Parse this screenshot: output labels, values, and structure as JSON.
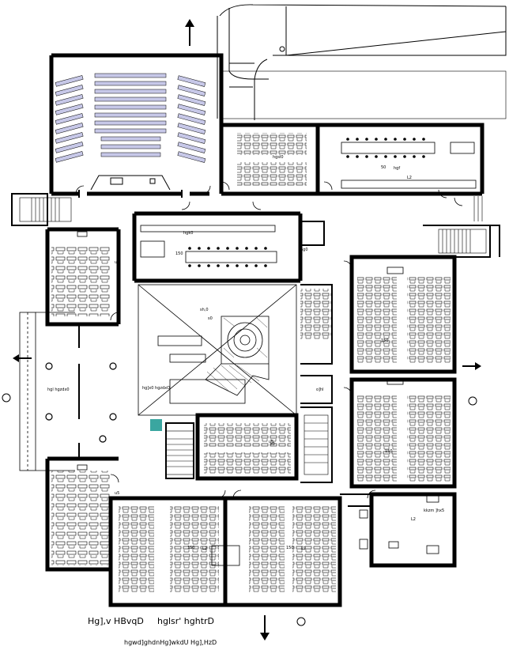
{
  "labels": {
    "auditorium": "",
    "room_top_mid": "hgsl0",
    "room_top_right_num": "L2",
    "room_top_right_cap": "50",
    "room_top_right_name": "hgf",
    "conf_left": "hgk0",
    "conf_center": "hg0",
    "conf_center_num": "150",
    "upper_left_class": "u5",
    "hall_left": "hgl hgzdx0",
    "hall_center": "hg]x0 hgzdxO",
    "lobby_top": "sh,0",
    "small_room": "s0",
    "lecture_right_1": "150",
    "lecture_right_2": "150",
    "mid_class": "u5",
    "lower_left_class": "u5",
    "bottom_hall_1_num": "150",
    "bottom_hall_1_cap": "L2",
    "bottom_hall_2_num": "150",
    "bottom_hall_2_cap": "L2",
    "office_right": "L2",
    "office_right_sub": "kkzm ]hx5",
    "stair_label": "s0",
    "wc_label": "o]hl"
  },
  "footer": {
    "legend_line1_a": "Hg],v HBvqD",
    "legend_line1_b": "hglsr' hghtrD",
    "legend_line2": "hgwd]ghdnHg]wkdU Hg],HzD"
  },
  "icons": {
    "north_arrow": "north-arrow-icon",
    "south_arrow": "south-arrow-icon",
    "section_marker": "section-marker-icon"
  }
}
